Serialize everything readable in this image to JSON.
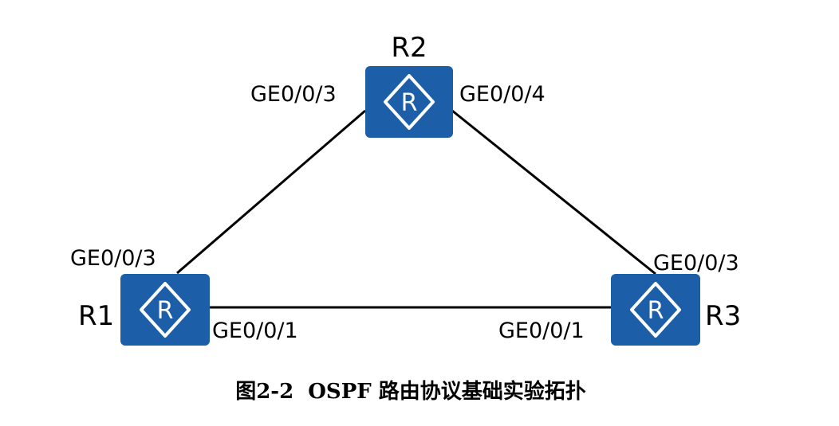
{
  "colors": {
    "router_fill": "#1c5ea8",
    "router_symbol": "#ffffff",
    "link": "#000000"
  },
  "routers": {
    "r1": {
      "name": "R1",
      "icon": "router-icon"
    },
    "r2": {
      "name": "R2",
      "icon": "router-icon"
    },
    "r3": {
      "name": "R3",
      "icon": "router-icon"
    }
  },
  "router_symbol_letter": "R",
  "ports": {
    "r2_to_r1": "GE0/0/3",
    "r2_to_r3": "GE0/0/4",
    "r1_to_r2": "GE0/0/3",
    "r1_to_r3": "GE0/0/1",
    "r3_to_r2": "GE0/0/3",
    "r3_to_r1": "GE0/0/1"
  },
  "caption": "图2-2  OSPF 路由协议基础实验拓扑"
}
